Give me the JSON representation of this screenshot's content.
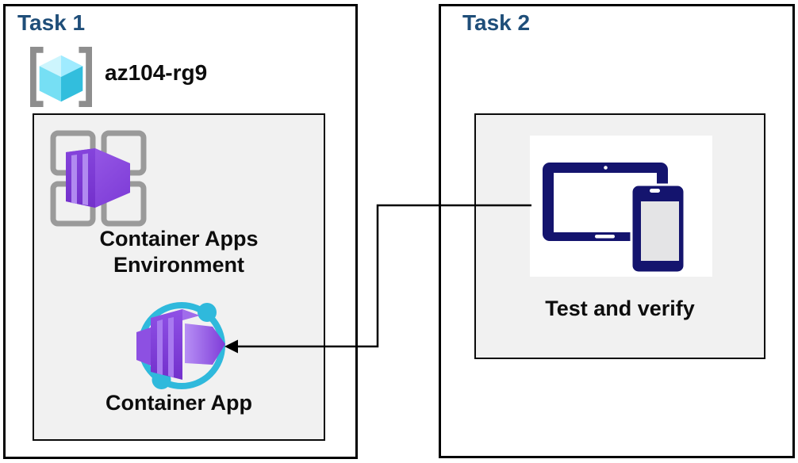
{
  "diagram": {
    "task1": {
      "title": "Task 1",
      "resource_group": {
        "name": "az104-rg9",
        "icon": "resource-group-icon"
      },
      "nodes": [
        {
          "label": "Container Apps Environment",
          "icon": "container-apps-environment-icon"
        },
        {
          "label": "Container App",
          "icon": "container-app-icon"
        }
      ]
    },
    "task2": {
      "title": "Task 2",
      "nodes": [
        {
          "label": "Test and verify",
          "icon": "tablet-and-phone-icon"
        }
      ]
    },
    "connector": {
      "from": "Test and verify",
      "to": "Container App",
      "type": "elbow-arrow"
    }
  },
  "colors": {
    "header_blue": "#1F4E79",
    "text_black": "#0d0d0d",
    "box_border": "#000000",
    "panel_gray": "#f1f1f1",
    "grid_gray": "#9a9a9a",
    "bracket_gray": "#8e8e8e",
    "cyan": "#2fb9dc",
    "purple_dark": "#7331cc",
    "purple_mid": "#8a4be0",
    "purple_light": "#a87af0",
    "navy_device": "#14146e"
  }
}
